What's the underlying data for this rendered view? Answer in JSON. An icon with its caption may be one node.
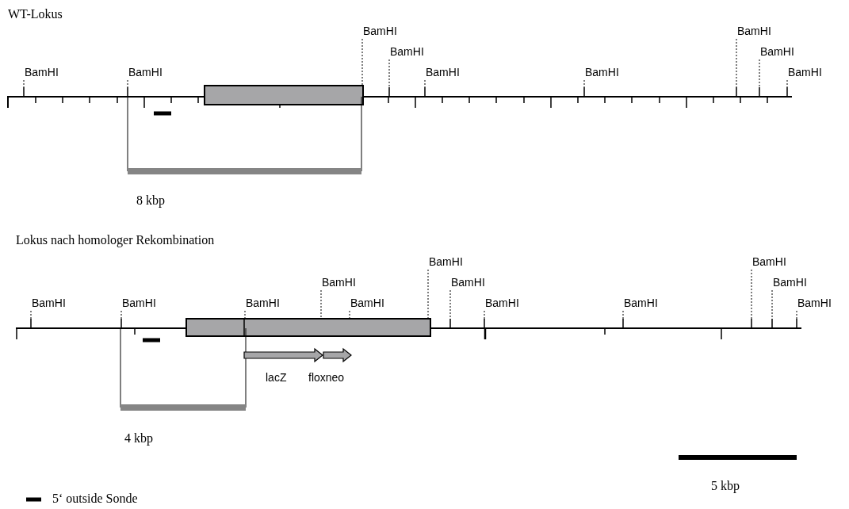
{
  "diagram": {
    "labels": [
      "WT-Lokus",
      "BamHI",
      "BamHI",
      "BamHI",
      "BamHI",
      "BamHI",
      "BamHI",
      "BamHI",
      "BamHI",
      "BamHI",
      "8 kbp",
      "Lokus nach homologer Rekombination",
      "BamHI",
      "BamHI",
      "BamHI",
      "BamHI",
      "BamHI",
      "BamHI",
      "BamHI",
      "BamHI",
      "BamHI",
      "BamHI",
      "BamHI",
      "BamHI",
      "lacZ",
      "floxneo",
      "4 kbp",
      "5 kbp"
    ],
    "legend": [
      {
        "text": "5‘ outside Sonde"
      }
    ]
  }
}
